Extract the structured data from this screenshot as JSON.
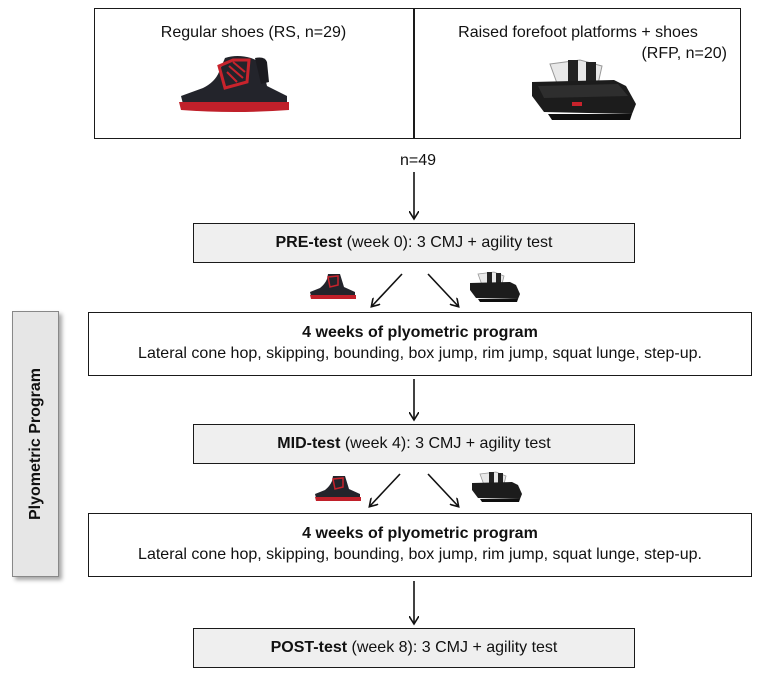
{
  "groups": {
    "rs_label": "Regular shoes (RS, n=29)",
    "rfp_label_line1": "Raised forefoot platforms + shoes",
    "rfp_label_line2": "(RFP, n=20)"
  },
  "total_n": "n=49",
  "side_label": "Plyometric Program",
  "pre_test": {
    "title": "PRE-test",
    "rest": " (week 0): 3 CMJ + agility test"
  },
  "program": {
    "title": "4 weeks of plyometric program",
    "exercises": "Lateral cone hop, skipping, bounding, box jump, rim jump, squat lunge, step-up."
  },
  "mid_test": {
    "title": "MID-test",
    "rest": " (week 4): 3 CMJ + agility test"
  },
  "program2": {
    "title": "4 weeks of plyometric program",
    "exercises": "Lateral cone hop, skipping, bounding, box jump, rim jump, squat lunge, step-up."
  },
  "post_test": {
    "title": "POST-test",
    "rest": " (week 8): 3 CMJ + agility test"
  }
}
